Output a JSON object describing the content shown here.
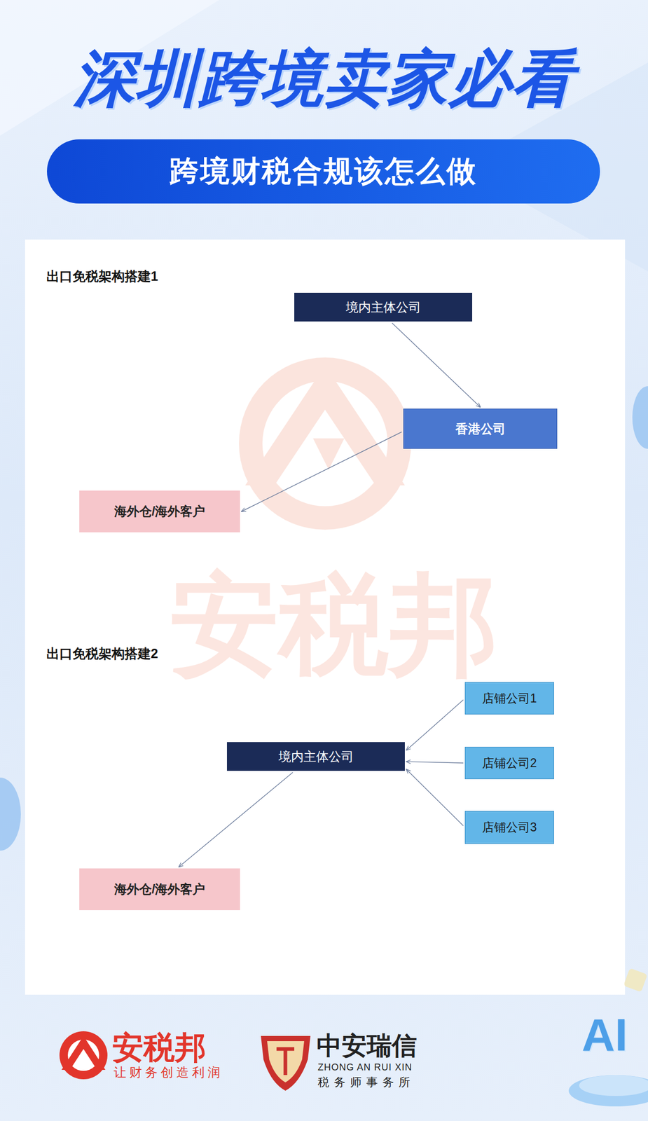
{
  "diagram": {
    "title": "深圳跨境卖家必看",
    "nodes": [
      {
        "text": [
          "跨境财税合规该怎么做"
        ]
      },
      {
        "text": [
          "境内主体公司"
        ]
      },
      {
        "text": [
          "香港公司"
        ]
      },
      {
        "text": [
          "海外仓/海外客户"
        ]
      },
      {
        "text": [
          "境内主体公司"
        ]
      },
      {
        "text": [
          "店铺公司1"
        ]
      },
      {
        "text": [
          "店铺公司2"
        ]
      },
      {
        "text": [
          "店铺公司3"
        ]
      },
      {
        "text": [
          "海外仓/海外客户"
        ]
      }
    ],
    "edges": [
      {
        "from": 1,
        "to": 2,
        "arrow": "to"
      },
      {
        "from": 2,
        "to": 3,
        "arrow": "to"
      },
      {
        "from": 5,
        "to": 4,
        "arrow": "to"
      },
      {
        "from": 6,
        "to": 4,
        "arrow": "to"
      },
      {
        "from": 7,
        "to": 4,
        "arrow": "to"
      },
      {
        "from": 4,
        "to": 8,
        "arrow": "to"
      }
    ],
    "labels": [
      "出口免税架构搭建1",
      "出口免税架构搭建2",
      "安税邦",
      "安税邦",
      "让财务创造利润",
      "中安瑞信",
      "ZHONG AN RUI XIN",
      "税务师事务所",
      "AI"
    ]
  }
}
